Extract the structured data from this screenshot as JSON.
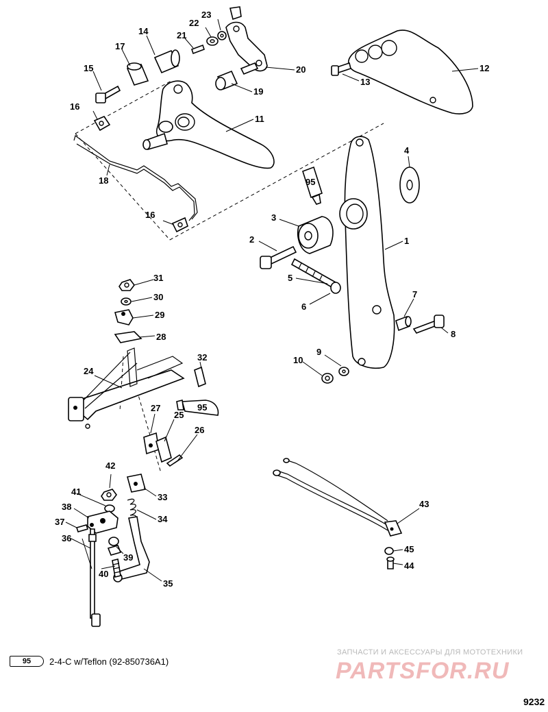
{
  "callouts": [
    {
      "id": "c1",
      "text": "1"
    },
    {
      "id": "c2",
      "text": "2"
    },
    {
      "id": "c3",
      "text": "3"
    },
    {
      "id": "c4",
      "text": "4"
    },
    {
      "id": "c5",
      "text": "5"
    },
    {
      "id": "c6",
      "text": "6"
    },
    {
      "id": "c7",
      "text": "7"
    },
    {
      "id": "c8",
      "text": "8"
    },
    {
      "id": "c9",
      "text": "9"
    },
    {
      "id": "c10",
      "text": "10"
    },
    {
      "id": "c11",
      "text": "11"
    },
    {
      "id": "c12",
      "text": "12"
    },
    {
      "id": "c13",
      "text": "13"
    },
    {
      "id": "c14",
      "text": "14"
    },
    {
      "id": "c15",
      "text": "15"
    },
    {
      "id": "c16a",
      "text": "16"
    },
    {
      "id": "c16b",
      "text": "16"
    },
    {
      "id": "c17",
      "text": "17"
    },
    {
      "id": "c18",
      "text": "18"
    },
    {
      "id": "c19",
      "text": "19"
    },
    {
      "id": "c20",
      "text": "20"
    },
    {
      "id": "c21",
      "text": "21"
    },
    {
      "id": "c22",
      "text": "22"
    },
    {
      "id": "c23",
      "text": "23"
    },
    {
      "id": "c24",
      "text": "24"
    },
    {
      "id": "c25",
      "text": "25"
    },
    {
      "id": "c26",
      "text": "26"
    },
    {
      "id": "c27",
      "text": "27"
    },
    {
      "id": "c28",
      "text": "28"
    },
    {
      "id": "c29",
      "text": "29"
    },
    {
      "id": "c30",
      "text": "30"
    },
    {
      "id": "c31",
      "text": "31"
    },
    {
      "id": "c32",
      "text": "32"
    },
    {
      "id": "c33",
      "text": "33"
    },
    {
      "id": "c34",
      "text": "34"
    },
    {
      "id": "c35",
      "text": "35"
    },
    {
      "id": "c36",
      "text": "36"
    },
    {
      "id": "c37",
      "text": "37"
    },
    {
      "id": "c38",
      "text": "38"
    },
    {
      "id": "c39",
      "text": "39"
    },
    {
      "id": "c40",
      "text": "40"
    },
    {
      "id": "c41",
      "text": "41"
    },
    {
      "id": "c42",
      "text": "42"
    },
    {
      "id": "c43",
      "text": "43"
    },
    {
      "id": "c44",
      "text": "44"
    },
    {
      "id": "c45",
      "text": "45"
    }
  ],
  "tube_label": "95",
  "legend": {
    "tube_label": "95",
    "text": "2-4-C w/Teflon (92-850736A1)"
  },
  "watermark": {
    "line1": "ЗАПЧАСТИ И АКСЕССУАРЫ ДЛЯ МОТОТЕХНИКИ",
    "line2": "PARTSFOR.RU"
  },
  "figure_number": "9232"
}
